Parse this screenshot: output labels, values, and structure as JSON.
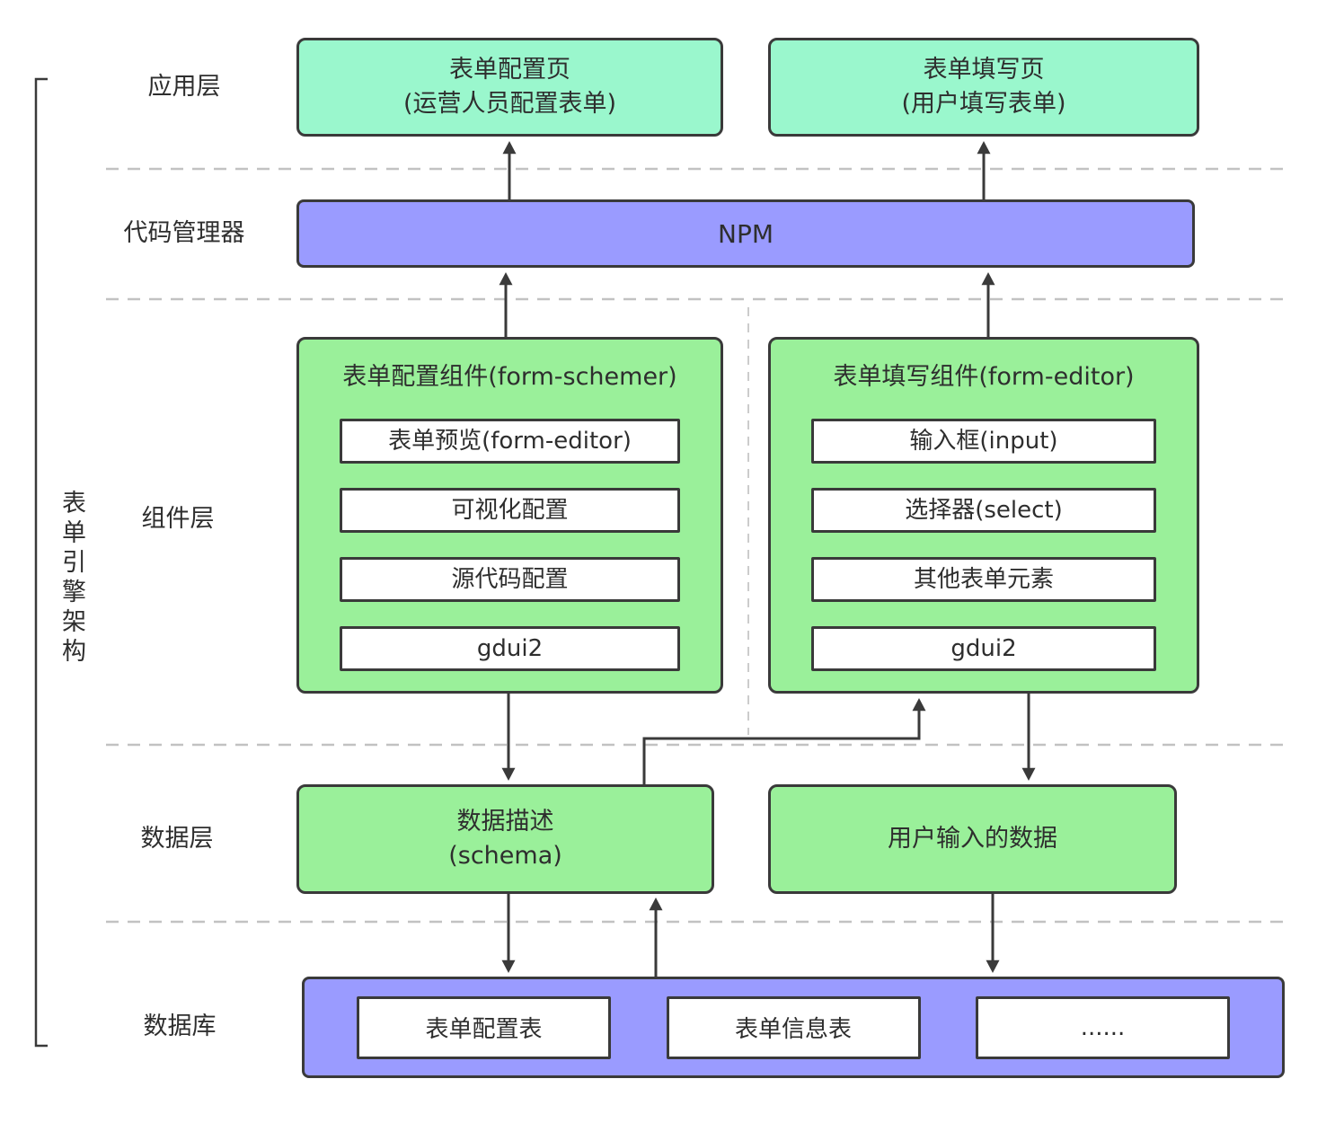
{
  "bracket_title": "表单引擎架构",
  "row_labels": {
    "app": "应用层",
    "npm": "代码管理器",
    "component": "组件层",
    "data": "数据层",
    "db": "数据库"
  },
  "app_layer": {
    "left": {
      "line1": "表单配置页",
      "line2": "(运营人员配置表单)"
    },
    "right": {
      "line1": "表单填写页",
      "line2": "(用户填写表单)"
    }
  },
  "npm_layer": {
    "box": "NPM"
  },
  "component_layer": {
    "left": {
      "title": "表单配置组件(form-schemer)",
      "items": [
        "表单预览(form-editor)",
        "可视化配置",
        "源代码配置",
        "gdui2"
      ]
    },
    "right": {
      "title": "表单填写组件(form-editor)",
      "items": [
        "输入框(input)",
        "选择器(select)",
        "其他表单元素",
        "gdui2"
      ]
    }
  },
  "data_layer": {
    "left": {
      "line1": "数据描述",
      "line2": "(schema)"
    },
    "right": {
      "line1": "用户输入的数据"
    }
  },
  "db_layer": {
    "tables": [
      "表单配置表",
      "表单信息表",
      "......"
    ]
  },
  "colors": {
    "mint": "#9af7cd",
    "green": "#9af09a",
    "purple": "#9a9bff",
    "border": "#3a3a3a",
    "separator": "#c2c2c2"
  }
}
